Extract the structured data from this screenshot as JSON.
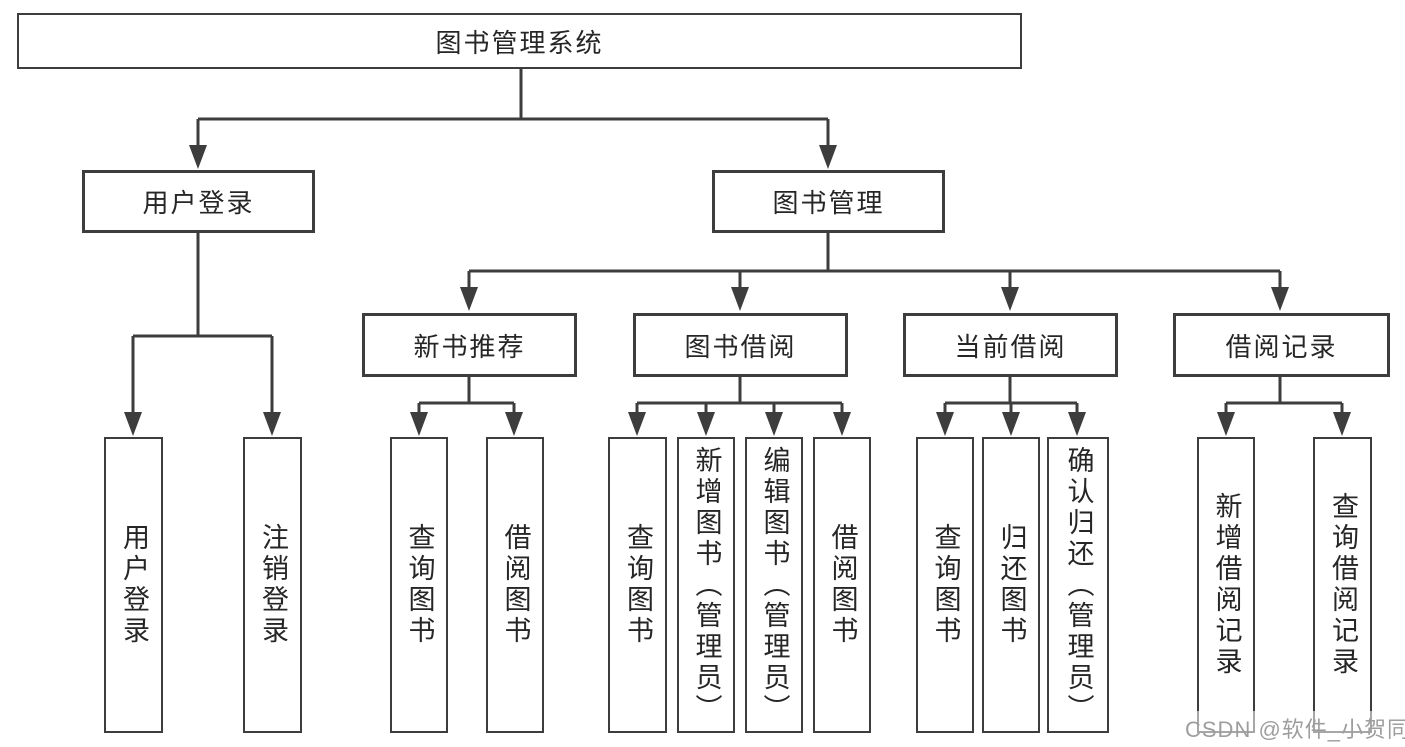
{
  "tree": {
    "label": "图书管理系统",
    "children": [
      {
        "label": "用户登录",
        "children": [
          {
            "label": "用户登录"
          },
          {
            "label": "注销登录"
          }
        ]
      },
      {
        "label": "图书管理",
        "children": [
          {
            "label": "新书推荐",
            "children": [
              {
                "label": "查询图书"
              },
              {
                "label": "借阅图书"
              }
            ]
          },
          {
            "label": "图书借阅",
            "children": [
              {
                "label": "查询图书"
              },
              {
                "label": "新增图书（管理员）"
              },
              {
                "label": "编辑图书（管理员）"
              },
              {
                "label": "借阅图书"
              }
            ]
          },
          {
            "label": "当前借阅",
            "children": [
              {
                "label": "查询图书"
              },
              {
                "label": "归还图书"
              },
              {
                "label": "确认归还（管理员）"
              }
            ]
          },
          {
            "label": "借阅记录",
            "children": [
              {
                "label": "新增借阅记录"
              },
              {
                "label": "查询借阅记录"
              }
            ]
          }
        ]
      }
    ]
  },
  "watermark": "CSDN @软件_小贺同学",
  "colors": {
    "line": "#3d3d3d",
    "text": "#262626",
    "watermark": "#9e9e9e",
    "background": "#ffffff"
  }
}
